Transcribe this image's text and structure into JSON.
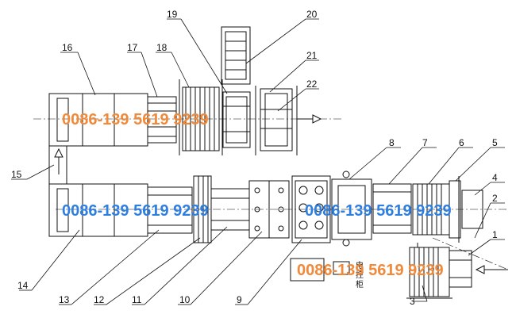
{
  "part_labels": [
    "1",
    "2",
    "3",
    "4",
    "5",
    "6",
    "7",
    "8",
    "9",
    "10",
    "11",
    "12",
    "13",
    "14",
    "15",
    "16",
    "17",
    "18",
    "19",
    "20",
    "21",
    "22"
  ],
  "watermark": "0086-139 5619 9239",
  "control_box_glyphs": [
    "电",
    "控",
    "柜"
  ],
  "colors": {
    "line": "#111111",
    "watermark_orange": "#f08a3a",
    "watermark_blue": "#2f7fe0"
  }
}
